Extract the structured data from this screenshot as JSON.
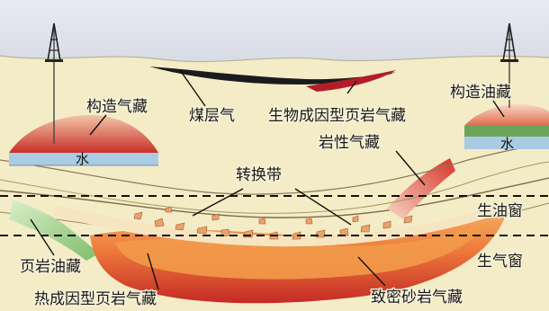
{
  "diagram": {
    "labels": {
      "structural_gas": "构造气藏",
      "coalbed_gas": "煤层气",
      "biogenic_shale_gas": "生物成因型页岩气藏",
      "structural_oil": "构造油藏",
      "lithologic_gas": "岩性气藏",
      "transition_zone": "转换带",
      "oil_window": "生油窗",
      "shale_oil": "页岩油藏",
      "gas_window": "生气窗",
      "thermogenic_shale_gas": "热成因型页岩气藏",
      "tight_sandstone_gas": "致密砂岩气藏",
      "water_left": "水",
      "water_right": "水"
    },
    "icons": [
      "drilling-rig-icon",
      "drilling-rig-icon"
    ],
    "colors": {
      "sky": "#eef0f6",
      "surface": "#dcdfe8",
      "sediment": "#f3ecc6",
      "gas_cap": "#cf3b33",
      "oil_cap": "#6aa55a",
      "water_band": "#a9cbe3",
      "source_red": "#b31d2a",
      "source_orange": "#f08a3a",
      "shale_oil_green": "#9ccf86",
      "coal_black": "#1b1b1b"
    }
  }
}
